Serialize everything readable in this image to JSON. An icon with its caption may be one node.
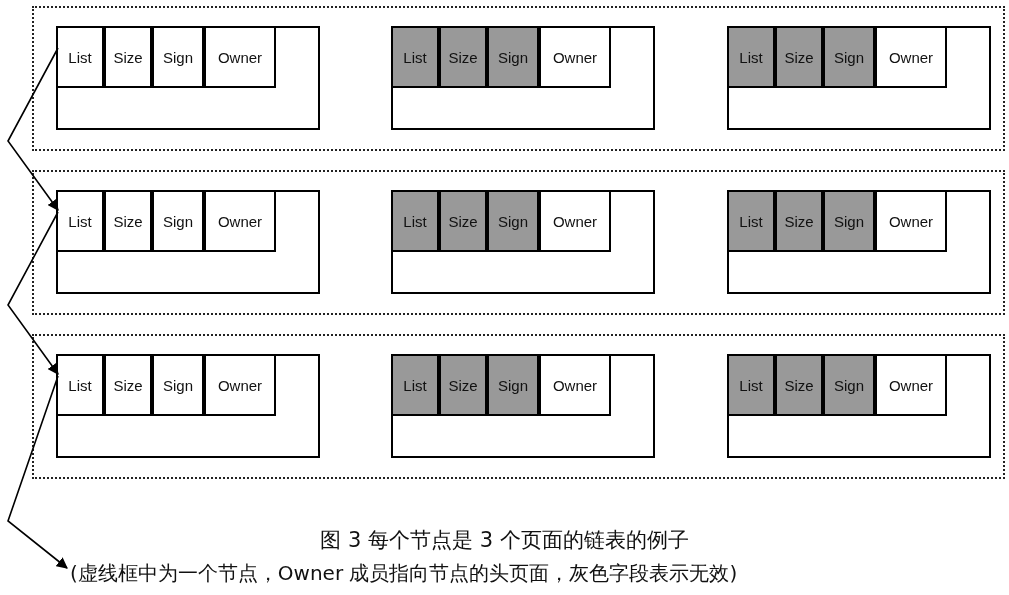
{
  "diagram": {
    "caption": "图 3 每个节点是 3 个页面的链表的例子",
    "nodes": [
      {
        "text": [],
        "shape": "box"
      },
      {
        "text": [
          "List",
          "Size",
          "Sign",
          "Owner"
        ],
        "in": 0
      },
      {
        "text": [
          "List",
          "Size",
          "Sign",
          "Owner"
        ],
        "in": 0
      },
      {
        "text": [
          "List",
          "Size",
          "Sign",
          "Owner"
        ],
        "in": 0
      },
      {
        "text": [],
        "shape": "box"
      },
      {
        "text": [
          "List",
          "Size",
          "Sign",
          "Owner"
        ],
        "in": 4
      },
      {
        "text": [
          "List",
          "Size",
          "Sign",
          "Owner"
        ],
        "in": 4
      },
      {
        "text": [
          "List",
          "Size",
          "Sign",
          "Owner"
        ],
        "in": 4
      },
      {
        "text": [],
        "shape": "box"
      },
      {
        "text": [
          "List",
          "Size",
          "Sign",
          "Owner"
        ],
        "in": 8
      },
      {
        "text": [
          "List",
          "Size",
          "Sign",
          "Owner"
        ],
        "in": 8
      },
      {
        "text": [
          "List",
          "Size",
          "Sign",
          "Owner"
        ],
        "in": 8
      },
      {
        "text": [
          "(虚线框中为一个节点，Owner 成员指向节点的头页面，灰色字段表示无效)"
        ]
      }
    ],
    "edges": [
      {
        "from": 1,
        "to": 5,
        "arrow": "to"
      },
      {
        "from": 5,
        "to": 9,
        "arrow": "to"
      },
      {
        "from": 9,
        "to": 12,
        "arrow": "to"
      }
    ]
  }
}
